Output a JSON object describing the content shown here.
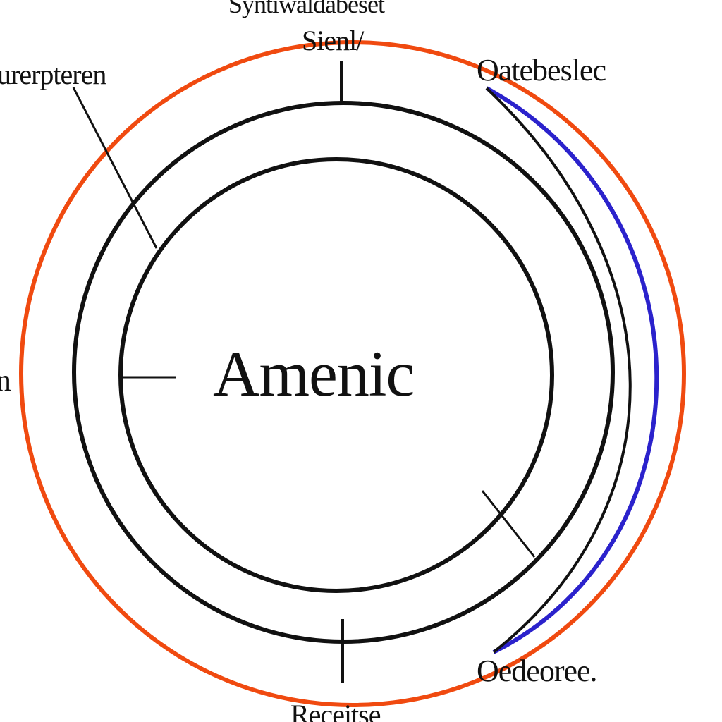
{
  "labels": {
    "top": "Syntiwaldabeset",
    "top_sub": "Sienl/",
    "top_left": "urerpteren",
    "top_right": "Oatebeslec",
    "left": "n",
    "center": "Amenic",
    "bottom_right": "Oedeoree.",
    "bottom": "Receitse"
  },
  "colors": {
    "outer_ring": "#f04a10",
    "right_arc": "#2b22cc",
    "ink": "#111111"
  }
}
